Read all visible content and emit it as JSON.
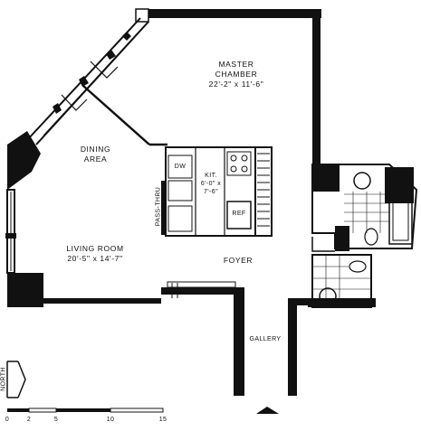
{
  "rooms": {
    "master": {
      "name_line1": "MASTER",
      "name_line2": "CHAMBER",
      "dims": "22'-2\" x 11'-6\""
    },
    "dining": {
      "name_line1": "DINING",
      "name_line2": "AREA"
    },
    "kitchen": {
      "name": "KIT.",
      "dims_line1": "6'-0\" x",
      "dims_line2": "7'-6\""
    },
    "living": {
      "name": "LIVING ROOM",
      "dims": "20'-5\" x 14'-7\""
    },
    "foyer": {
      "name": "FOYER"
    },
    "gallery": {
      "name": "GALLERY"
    }
  },
  "fixtures": {
    "dishwasher": "DW",
    "refrigerator": "REF",
    "pass_thru": "PASS-THRU"
  },
  "compass": {
    "label": "NORTH"
  },
  "scale": {
    "ticks": [
      "0",
      "2",
      "5",
      "10",
      "15"
    ]
  },
  "colors": {
    "wall": "#111111",
    "background": "#ffffff"
  }
}
